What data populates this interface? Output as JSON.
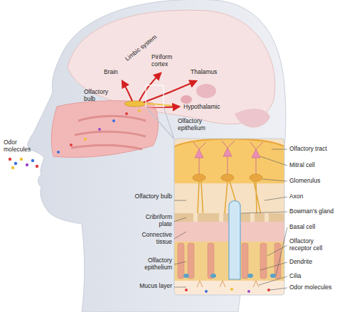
{
  "diagram": {
    "labels": [
      "Limbic system",
      "Brain",
      "Piriform cortex",
      "Thalamus",
      "Olfactory bulb",
      "Hypothalamic",
      "Olfactory epithelium",
      "Odor molecules",
      "Olfactory bulb",
      "Cribriform plate",
      "Connective tissue",
      "Olfactory epithelium",
      "Mucus layer",
      "Olfactory tract",
      "Mitral cell",
      "Glomerulus",
      "Axon",
      "Bowman's gland",
      "Basal cell",
      "Olfactory receptor cell",
      "Dendrite",
      "Cilia",
      "Odor molecules"
    ]
  }
}
